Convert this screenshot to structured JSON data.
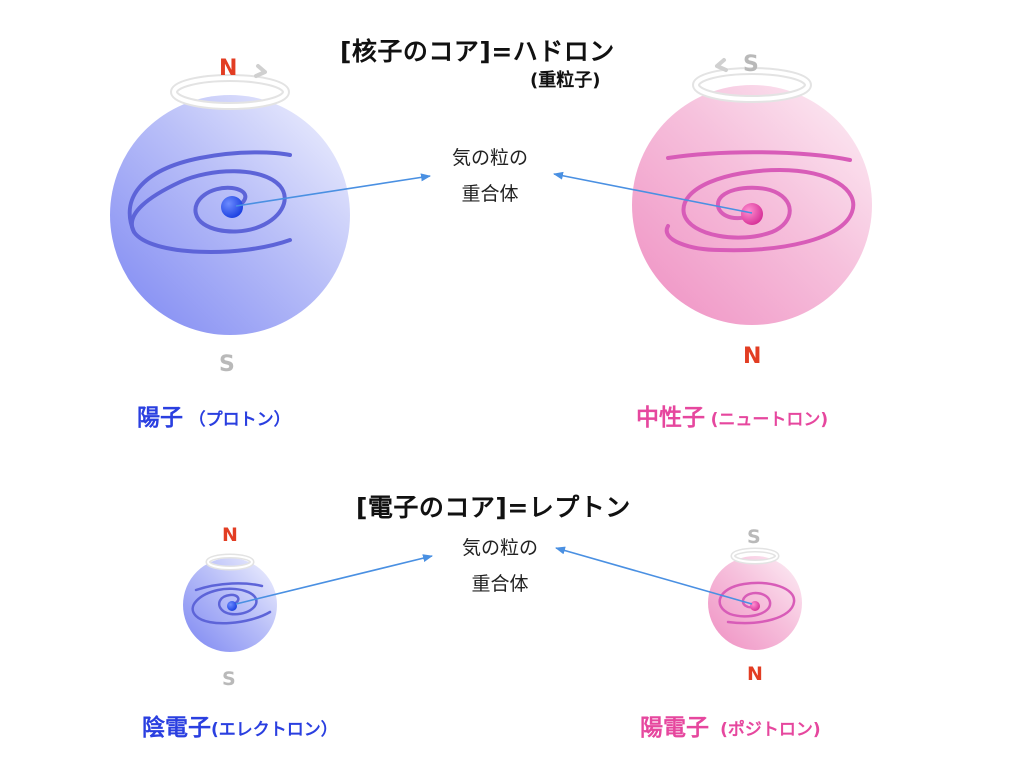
{
  "hadron": {
    "title": "[核子のコア]=ハドロン",
    "subtitle": "(重粒子)",
    "center_label_line1": "気の粒の",
    "center_label_line2": "重合体",
    "proton": {
      "name": "陽子",
      "name_sub": "（プロトン）",
      "top_pole": "N",
      "bottom_pole": "S"
    },
    "neutron": {
      "name": "中性子",
      "name_sub": "(ニュートロン)",
      "top_pole": "S",
      "bottom_pole": "N"
    }
  },
  "lepton": {
    "title": "[電子のコア]=レプトン",
    "center_label_line1": "気の粒の",
    "center_label_line2": "重合体",
    "electron": {
      "name": "陰電子",
      "name_sub": "(エレクトロン）",
      "top_pole": "N",
      "bottom_pole": "S"
    },
    "positron": {
      "name": "陽電子",
      "name_sub": "(ポジトロン)",
      "top_pole": "S",
      "bottom_pole": "N"
    }
  },
  "colors": {
    "blue_sphere": "#8b95f5",
    "pink_sphere": "#f29ac8",
    "blue_core": "#1f4ef0",
    "pink_core": "#e040a8",
    "arrow": "#4a90e2",
    "north": "#e23d23",
    "south": "#b9b9b9"
  }
}
